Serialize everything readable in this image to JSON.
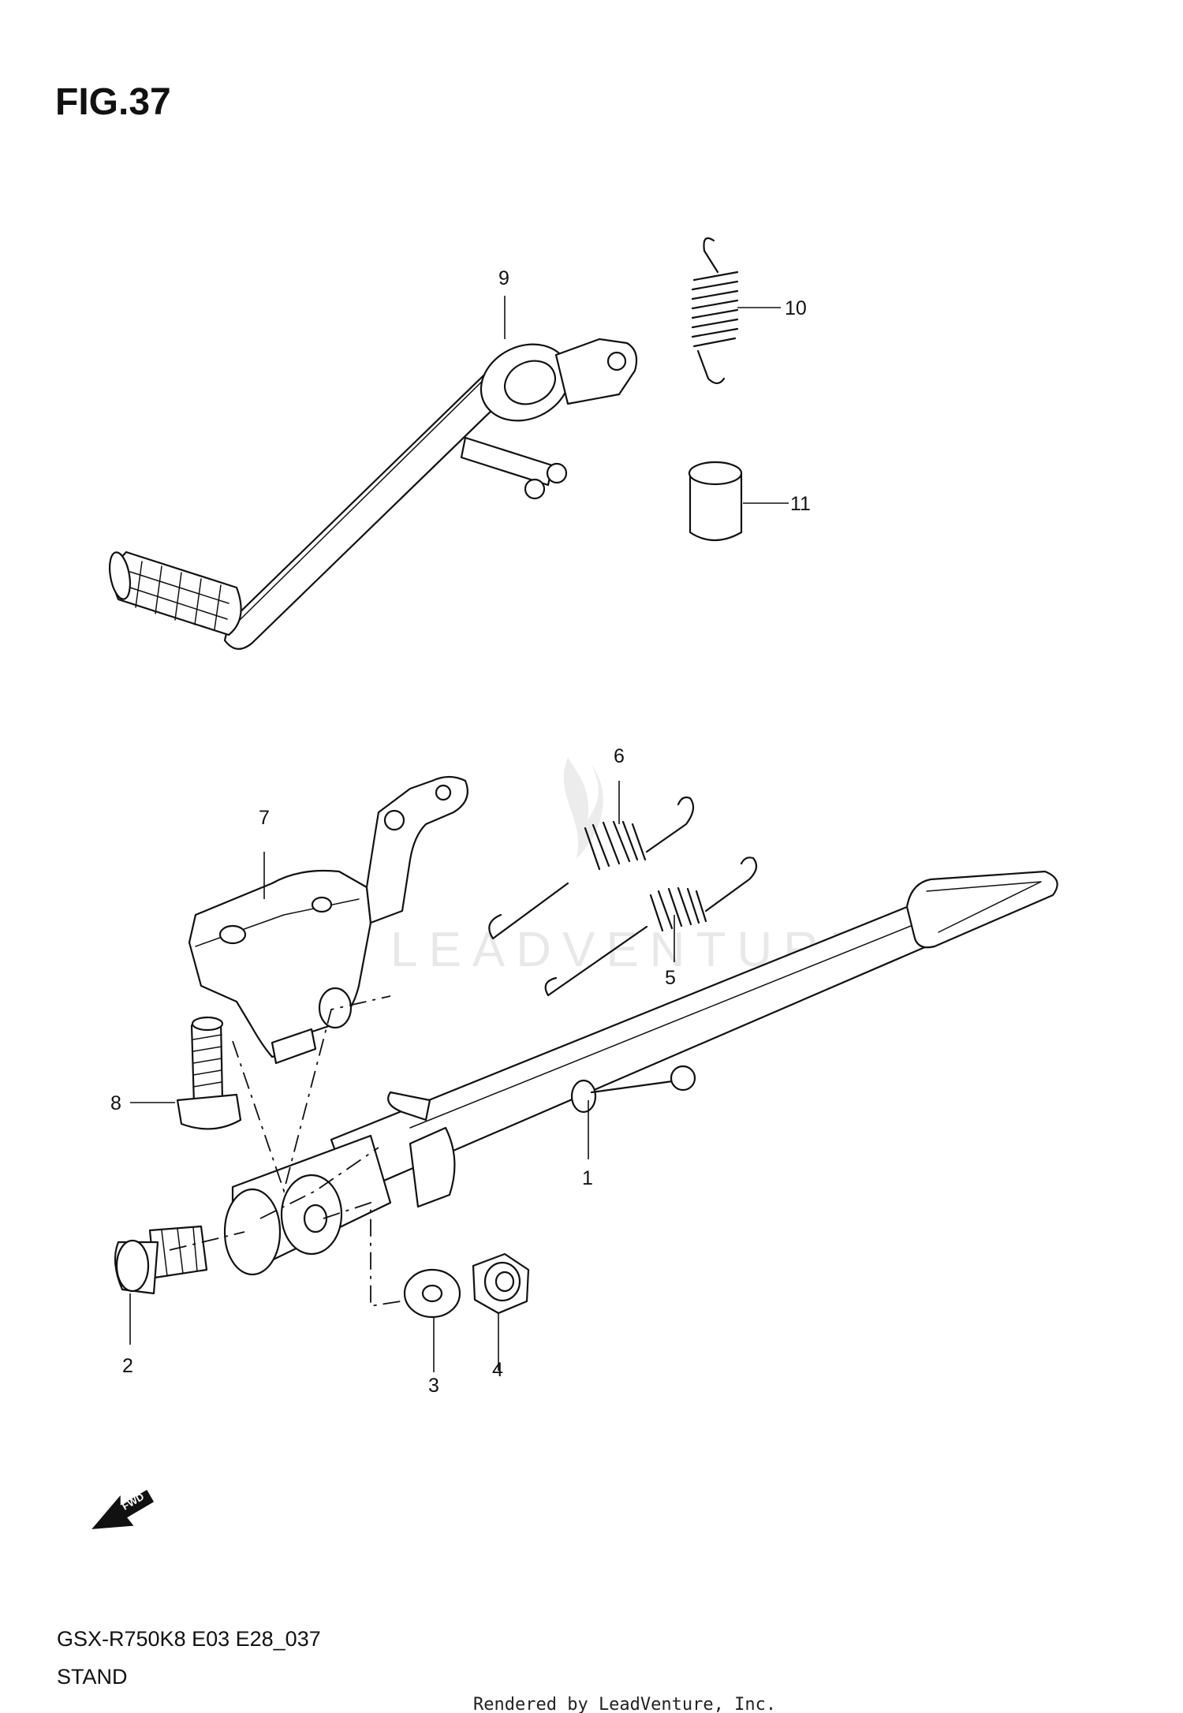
{
  "figure": {
    "title": "FIG.37",
    "model_code": "GSX-R750K8 E03 E28_037",
    "section_name": "STAND",
    "rendered_by": "Rendered by LeadVenture, Inc.",
    "watermark": "LEADVENTURE",
    "fwd_label": "FWD"
  },
  "callouts": [
    "1",
    "2",
    "3",
    "4",
    "5",
    "6",
    "7",
    "8",
    "9",
    "10",
    "11"
  ]
}
